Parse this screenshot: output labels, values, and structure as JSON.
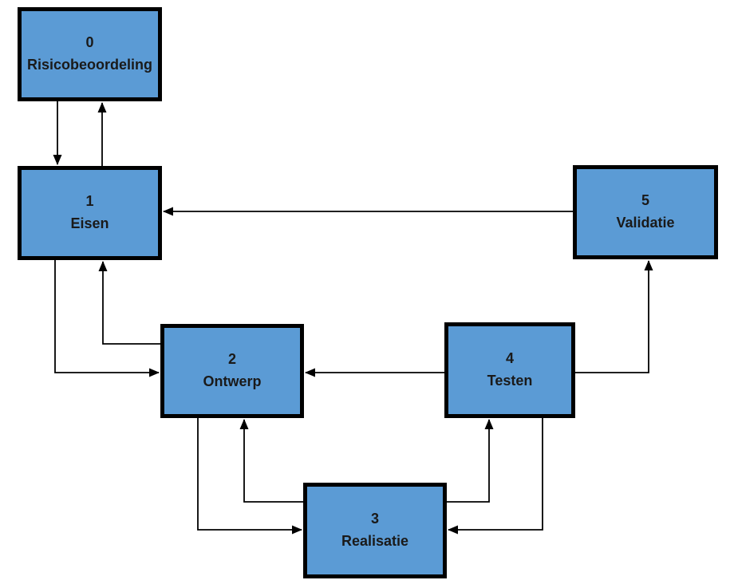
{
  "diagram": {
    "colors": {
      "box_fill": "#5B9BD5",
      "box_border": "#000000",
      "connector": "#000000",
      "background": "#FFFFFF",
      "text": "#1A1A1A"
    },
    "nodes": [
      {
        "number": "0",
        "label": "Risicobeoordeling"
      },
      {
        "number": "1",
        "label": "Eisen"
      },
      {
        "number": "2",
        "label": "Ontwerp"
      },
      {
        "number": "3",
        "label": "Realisatie"
      },
      {
        "number": "4",
        "label": "Testen"
      },
      {
        "number": "5",
        "label": "Validatie"
      }
    ],
    "edges": [
      {
        "from": "0 Risicobeoordeling",
        "to": "1 Eisen"
      },
      {
        "from": "1 Eisen",
        "to": "0 Risicobeoordeling"
      },
      {
        "from": "5 Validatie",
        "to": "1 Eisen"
      },
      {
        "from": "1 Eisen",
        "to": "2 Ontwerp"
      },
      {
        "from": "2 Ontwerp",
        "to": "1 Eisen"
      },
      {
        "from": "4 Testen",
        "to": "2 Ontwerp"
      },
      {
        "from": "2 Ontwerp",
        "to": "3 Realisatie"
      },
      {
        "from": "3 Realisatie",
        "to": "2 Ontwerp"
      },
      {
        "from": "3 Realisatie",
        "to": "4 Testen"
      },
      {
        "from": "4 Testen",
        "to": "3 Realisatie"
      },
      {
        "from": "4 Testen",
        "to": "5 Validatie"
      }
    ]
  }
}
